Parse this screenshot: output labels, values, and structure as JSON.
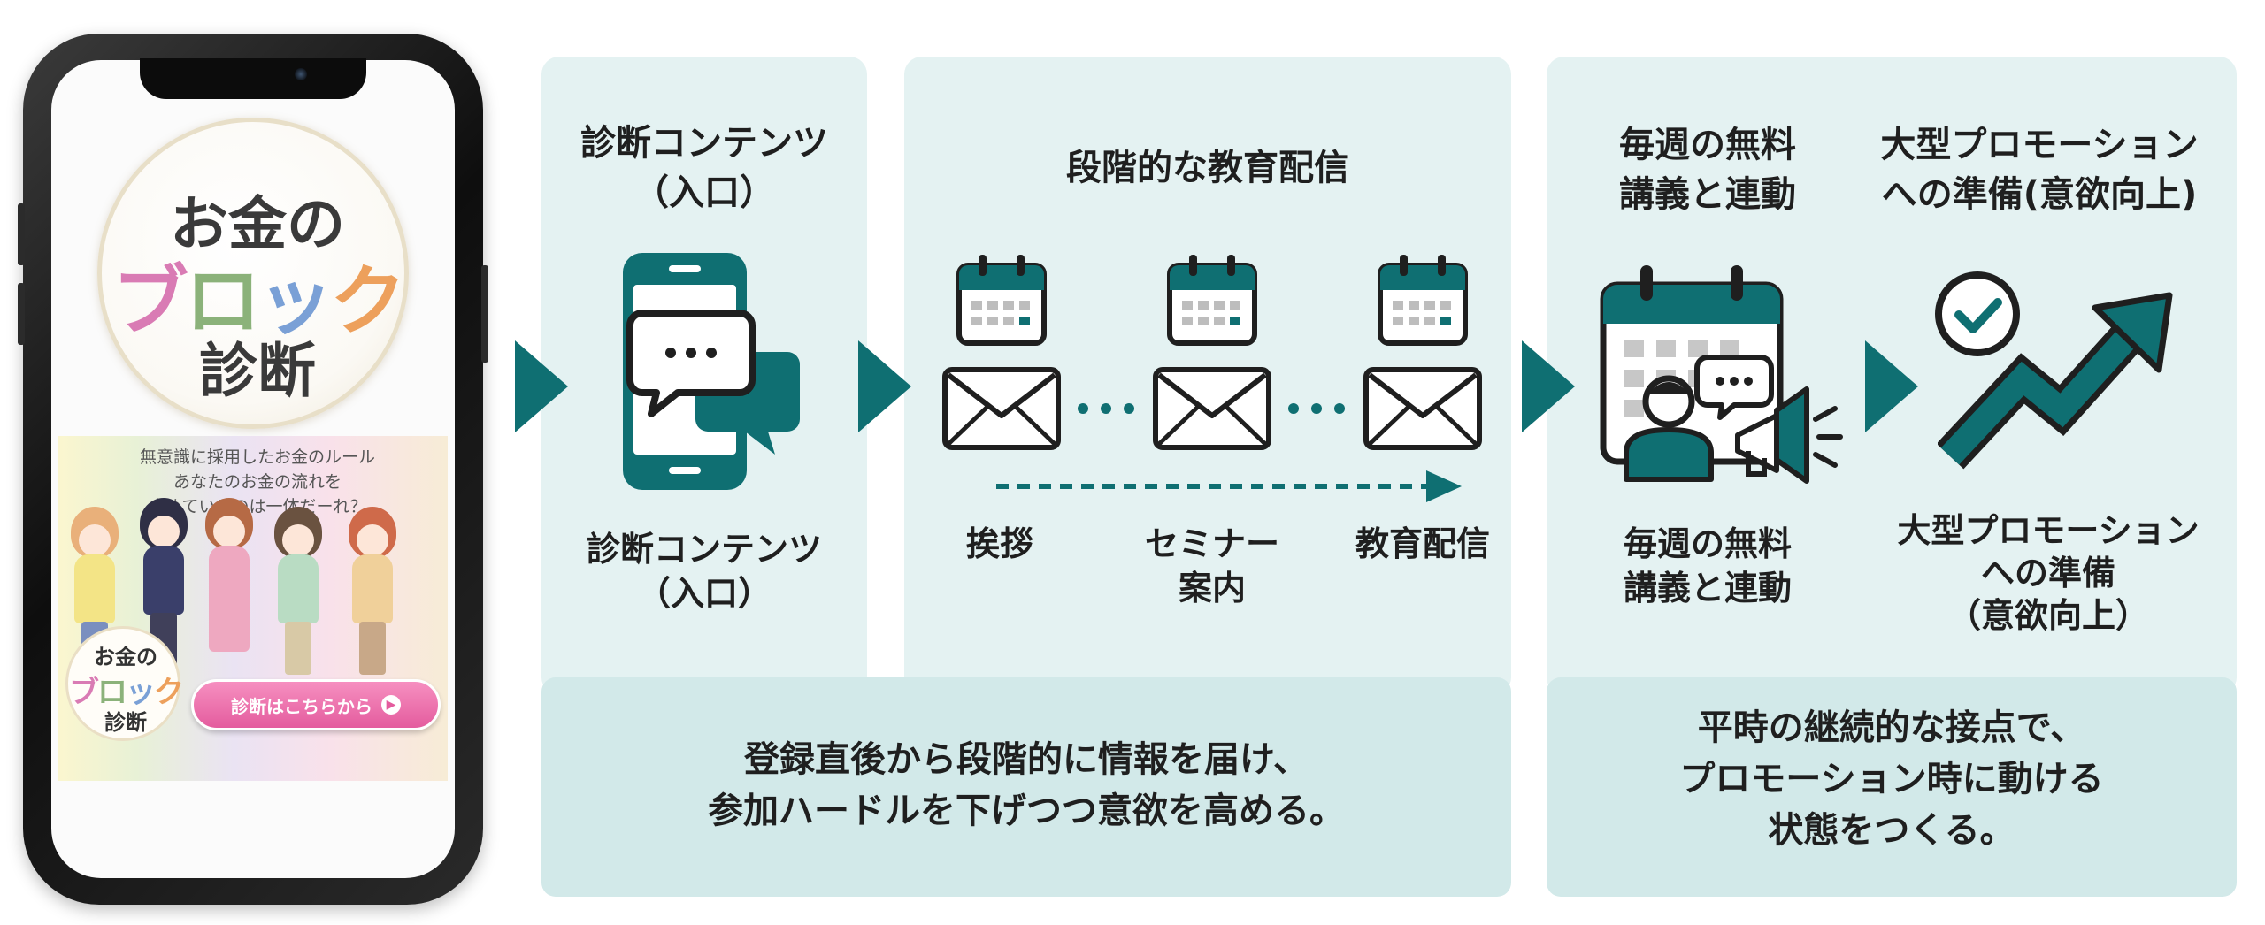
{
  "phone": {
    "logo": {
      "line1": "お金の",
      "line2_chars": [
        "ブ",
        "ロ",
        "ッ",
        "ク"
      ],
      "line3": "診断"
    },
    "banner": {
      "text_lines": [
        "無意識に採用したお金のルール",
        "あなたのお金の流れを",
        "止めているのは一体だーれ？"
      ],
      "small_logo": {
        "line1": "お金の",
        "line2_chars": [
          "ブ",
          "ロ",
          "ッ",
          "ク"
        ],
        "line3": "診断"
      },
      "cta_label": "診断はこちらから"
    }
  },
  "stage1": {
    "title_lines": [
      "診断コンテンツ",
      "（入口）"
    ],
    "label_lines": [
      "診断コンテンツ",
      "（入口）"
    ]
  },
  "stage2": {
    "title": "段階的な教育配信",
    "steps": [
      {
        "label_lines": [
          "挨拶"
        ]
      },
      {
        "label_lines": [
          "セミナー",
          "案内"
        ]
      },
      {
        "label_lines": [
          "教育配信"
        ]
      }
    ]
  },
  "stage3": {
    "title_lines": [
      "毎週の無料",
      "講義と連動"
    ],
    "label_lines": [
      "毎週の無料",
      "講義と連動"
    ]
  },
  "stage4": {
    "title_lines": [
      "大型プロモーション",
      "への準備(意欲向上)"
    ],
    "label_lines": [
      "大型プロモーション",
      "への準備",
      "（意欲向上）"
    ]
  },
  "captions": {
    "left_lines": [
      "登録直後から段階的に情報を届け、",
      "参加ハードルを下げつつ意欲を高める。"
    ],
    "right_lines": [
      "平時の継続的な接点で、",
      "プロモーション時に動ける",
      "状態をつくる。"
    ]
  },
  "colors": {
    "teal": "#0f6f72",
    "panel": "#e4f2f2",
    "caption": "#d2e9e9",
    "cta_pink": "#e45c9e"
  },
  "icons": [
    "smartphone-chat-icon",
    "calendar-icon",
    "envelope-icon",
    "calendar-person-megaphone-icon",
    "check-circle-icon",
    "trend-up-arrow-icon",
    "flow-arrow-icon"
  ]
}
